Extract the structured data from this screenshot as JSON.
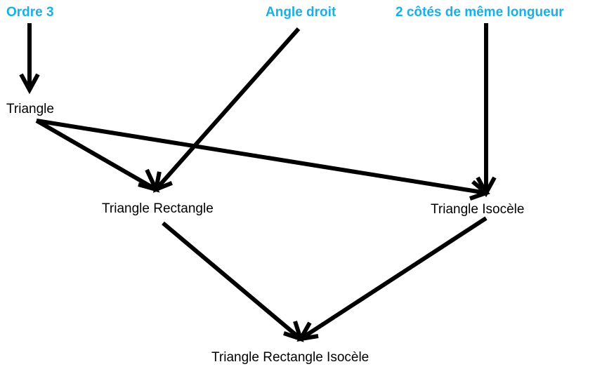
{
  "colors": {
    "attribute": "#18b0e6",
    "concept": "#000000",
    "arrow": "#000000"
  },
  "attributes": {
    "ordre3": "Ordre 3",
    "angle_droit": "Angle droit",
    "cotes_egaux": "2 côtés de même longueur"
  },
  "concepts": {
    "triangle": "Triangle",
    "rectangle": "Triangle Rectangle",
    "isocele": "Triangle Isocèle",
    "rect_isocele": "Triangle Rectangle Isocèle"
  },
  "edges": [
    {
      "from": "Ordre 3",
      "to": "Triangle"
    },
    {
      "from": "Angle droit",
      "to": "Triangle Rectangle"
    },
    {
      "from": "2 côtés de même longueur",
      "to": "Triangle Isocèle"
    },
    {
      "from": "Triangle",
      "to": "Triangle Rectangle"
    },
    {
      "from": "Triangle",
      "to": "Triangle Isocèle"
    },
    {
      "from": "Triangle Rectangle",
      "to": "Triangle Rectangle Isocèle"
    },
    {
      "from": "Triangle Isocèle",
      "to": "Triangle Rectangle Isocèle"
    }
  ]
}
